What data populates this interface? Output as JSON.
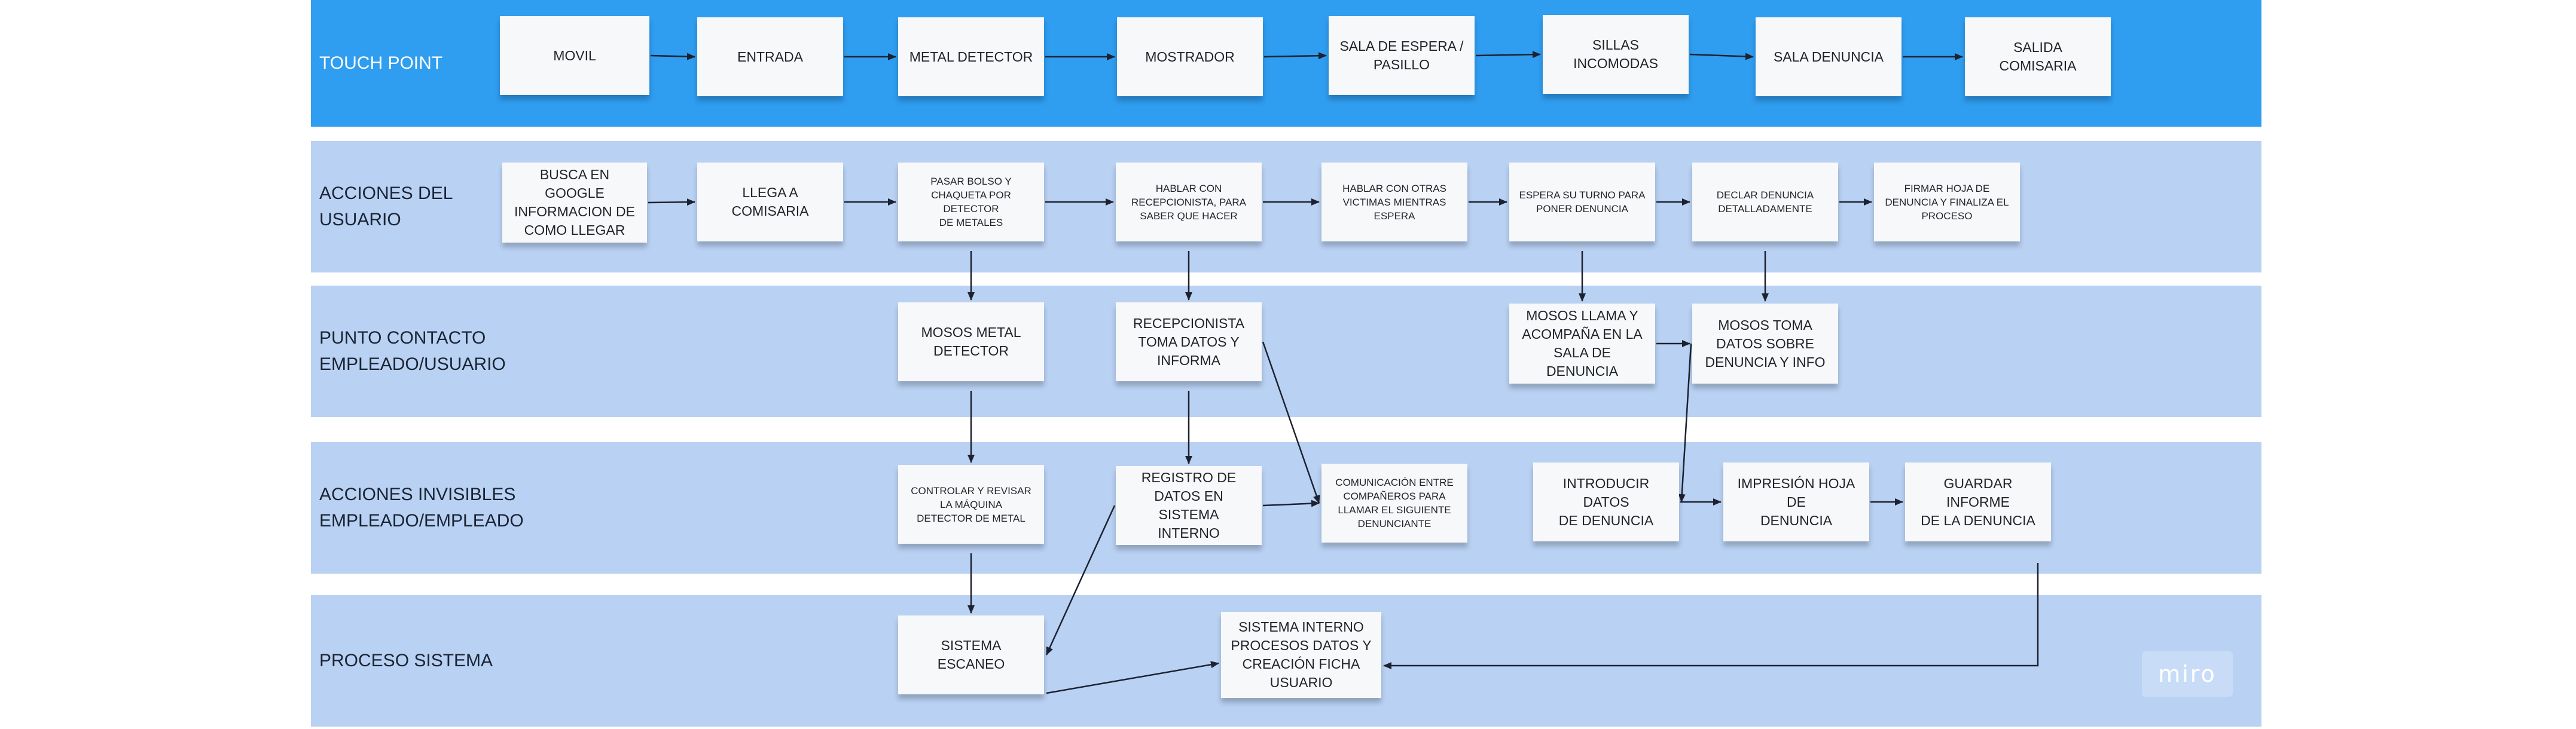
{
  "colors": {
    "touch_lane": "#2f9df0",
    "lane": "#b9d1f3",
    "note": "#f7f8fa",
    "arrow": "#1c2230"
  },
  "lanes": [
    {
      "id": "touch",
      "title": "TOUCH POINT"
    },
    {
      "id": "user",
      "title": "ACCIONES DEL\nUSUARIO"
    },
    {
      "id": "contact",
      "title": "PUNTO CONTACTO\nEMPLEADO/USUARIO"
    },
    {
      "id": "invisible",
      "title": "ACCIONES INVISIBLES\nEMPLEADO/EMPLEADO"
    },
    {
      "id": "system",
      "title": "PROCESO SISTEMA"
    }
  ],
  "notes": {
    "t1": "MOVIL",
    "t2": "ENTRADA",
    "t3": "METAL DETECTOR",
    "t4": "MOSTRADOR",
    "t5": "SALA DE ESPERA /\nPASILLO",
    "t6": "SILLAS INCOMODAS",
    "t7": "SALA DENUNCIA",
    "t8": "SALIDA\nCOMISARIA",
    "u1": "BUSCA EN GOOGLE\nINFORMACION DE\nCOMO LLEGAR",
    "u2": "LLEGA A COMISARIA",
    "u3": "PASAR BOLSO Y\nCHAQUETA POR DETECTOR\nDE METALES",
    "u4": "HABLAR CON\nRECEPCIONISTA, PARA\nSABER QUE HACER",
    "u5": "HABLAR CON OTRAS\nVICTIMAS MIENTRAS\nESPERA",
    "u6": "ESPERA SU TURNO PARA\nPONER DENUNCIA",
    "u7": "DECLAR  DENUNCIA\nDETALLADAMENTE",
    "u8": "FIRMAR HOJA DE\nDENUNCIA Y FINALIZA EL\nPROCESO",
    "c1": "MOSOS METAL\nDETECTOR",
    "c2": "RECEPCIONISTA\nTOMA DATOS Y\nINFORMA",
    "c3": "MOSOS LLAMA Y\nACOMPAÑA EN LA\nSALA DE DENUNCIA",
    "c4": "MOSOS TOMA\nDATOS SOBRE\nDENUNCIA Y INFO",
    "i1": "CONTROLAR Y REVISAR\nLA MÁQUINA\nDETECTOR DE METAL",
    "i2": "REGISTRO DE\nDATOS EN SISTEMA\nINTERNO",
    "i3": "COMUNICACIÓN ENTRE\nCOMPAÑEROS PARA\nLLAMAR EL SIGUIENTE\nDENUNCIANTE",
    "i4": "INTRODUCIR DATOS\nDE DENUNCIA",
    "i5": "IMPRESIÓN HOJA DE\nDENUNCIA",
    "i6": "GUARDAR INFORME\nDE LA DENUNCIA",
    "s1": "SISTEMA ESCANEO",
    "s2": "SISTEMA INTERNO\nPROCESOS DATOS Y\nCREACIÓN FICHA\nUSUARIO"
  },
  "connections": [
    [
      "t1",
      "t2"
    ],
    [
      "t2",
      "t3"
    ],
    [
      "t3",
      "t4"
    ],
    [
      "t4",
      "t5"
    ],
    [
      "t5",
      "t6"
    ],
    [
      "t6",
      "t7"
    ],
    [
      "t7",
      "t8"
    ],
    [
      "u1",
      "u2"
    ],
    [
      "u2",
      "u3"
    ],
    [
      "u3",
      "u4"
    ],
    [
      "u4",
      "u5"
    ],
    [
      "u5",
      "u6"
    ],
    [
      "u6",
      "u7"
    ],
    [
      "u7",
      "u8"
    ],
    [
      "u3",
      "c1"
    ],
    [
      "u4",
      "c2"
    ],
    [
      "u6",
      "c3"
    ],
    [
      "u7",
      "c4"
    ],
    [
      "c3",
      "c4"
    ],
    [
      "c1",
      "i1"
    ],
    [
      "c2",
      "i2"
    ],
    [
      "c2",
      "i3"
    ],
    [
      "c4",
      "i4"
    ],
    [
      "i2",
      "i3"
    ],
    [
      "i4",
      "i5"
    ],
    [
      "i5",
      "i6"
    ],
    [
      "i1",
      "s1"
    ],
    [
      "i2",
      "s1"
    ],
    [
      "s1",
      "s2"
    ],
    [
      "i6",
      "s2"
    ]
  ],
  "watermark": "miro"
}
